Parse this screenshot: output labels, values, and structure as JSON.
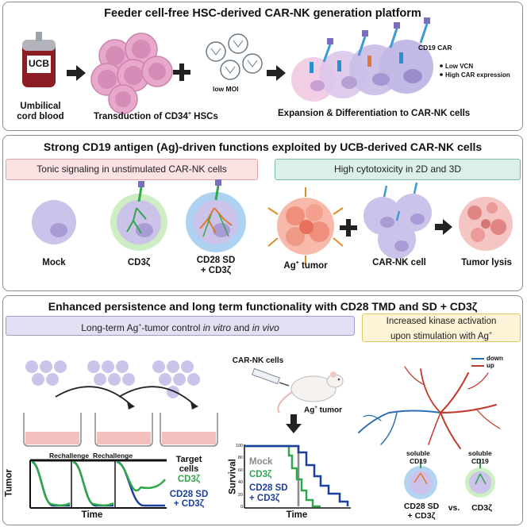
{
  "panel1": {
    "title": "Feeder cell-free HSC-derived CAR-NK generation platform",
    "ucb_bag": "UCB",
    "umbilical_l1": "Umbilical",
    "umbilical_l2": "cord blood",
    "transduction": "Transduction of CD34",
    "transduction_sup": "+",
    "transduction_end": " HSCs",
    "low_moi": "low MOI",
    "expansion": "Expansion & Differentiation to CAR-NK cells",
    "cd19car": "CD19 CAR",
    "low_vcn": "Low VCN",
    "high_car": "High CAR expression"
  },
  "panel2": {
    "title": "Strong CD19 antigen (Ag)-driven functions exploited by UCB-derived CAR-NK cells",
    "tonic": "Tonic signaling in unstimulated CAR-NK cells",
    "cytotox": "High cytotoxicity in 2D and 3D",
    "mock": "Mock",
    "cd3z": "CD3ζ",
    "cd28_l1": "CD28 SD",
    "cd28_l2": "+ CD3ζ",
    "ag_tumor": "Ag",
    "ag_sup": "+",
    "ag_tumor_end": " tumor",
    "carnk": "CAR-NK cell",
    "lysis": "Tumor lysis"
  },
  "panel3": {
    "title": "Enhanced persistence and long term functionality with CD28 TMD and SD + CD3ζ",
    "longterm_a": "Long-term Ag",
    "longterm_sup": "+",
    "longterm_b": "-tumor control ",
    "longterm_it": "in vitro",
    "longterm_c": " and ",
    "longterm_it2": "in vivo",
    "kinase_l1a": "Increased kinase activation",
    "kinase_l2a": "upon stimulation with Ag",
    "kinase_sup": "+",
    "carnk_cells": "CAR-NK cells",
    "ag_tumor": "Ag",
    "ag_sup": "+",
    "ag_tumor_end": " tumor",
    "rechallenge1": "Rechallenge",
    "rechallenge2": "Rechallenge",
    "target_l1": "Target",
    "target_l2": "cells",
    "cd3z": "CD3ζ",
    "cd28_l1": "CD28 SD",
    "cd28_l2": "+ CD3ζ",
    "tumor_axis": "Tumor",
    "time_axis": "Time",
    "survival_axis": "Survival",
    "time_axis2": "Time",
    "surv_mock": "Mock",
    "surv_cd3z": "CD3ζ",
    "surv_cd28_l1": "CD28 SD",
    "surv_cd28_l2": "+ CD3ζ",
    "surv_ticks": [
      "100",
      "80",
      "60",
      "40",
      "20",
      "0"
    ],
    "legend_down": "down",
    "legend_up": "up",
    "soluble1_l1": "soluble",
    "soluble1_l2": "CD19",
    "soluble2_l1": "soluble",
    "soluble2_l2": "CD19",
    "cmp_cd28_l1": "CD28 SD",
    "cmp_cd28_l2": "+ CD3ζ",
    "vs": "vs.",
    "cmp_cd3z": "CD3ζ"
  },
  "colors": {
    "green": "#2ea84a",
    "blue": "#1d3f9e",
    "gray": "#8a8a8a",
    "pink_box": "#fbe3e4",
    "teal_box": "#dcefe9",
    "lav_box": "#e4e0f3",
    "yellow_box": "#fdf3d6"
  }
}
